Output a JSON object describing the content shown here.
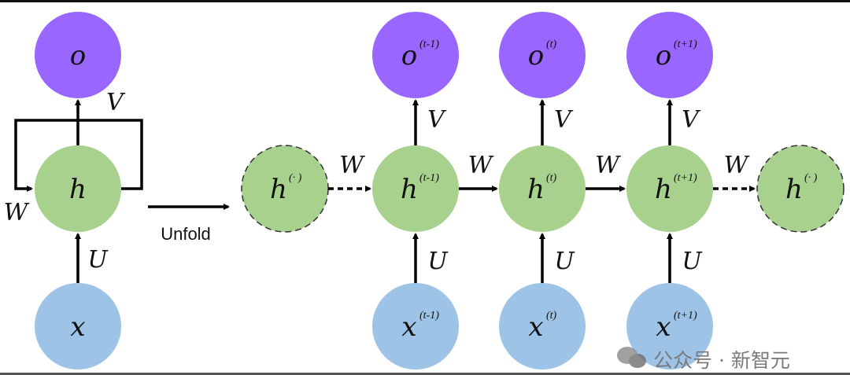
{
  "colors": {
    "output": "#9966ff",
    "hidden": "#a9d18e",
    "input": "#9dc3e6",
    "line": "#000000"
  },
  "folded": {
    "output": {
      "base": "o",
      "sup": ""
    },
    "hidden": {
      "base": "h",
      "sup": ""
    },
    "input": {
      "base": "x",
      "sup": ""
    },
    "labels": {
      "V": "V",
      "U": "U",
      "W": "W"
    }
  },
  "unfold_label": "Unfold",
  "unrolled": {
    "prev_hidden": {
      "base": "h",
      "sup": "(· )"
    },
    "next_hidden": {
      "base": "h",
      "sup": "(· )"
    },
    "steps": [
      {
        "output": {
          "base": "o",
          "sup": "(t-1)"
        },
        "hidden": {
          "base": "h",
          "sup": "(t-1)"
        },
        "input": {
          "base": "x",
          "sup": "(t-1)"
        },
        "V": "V",
        "U": "U"
      },
      {
        "output": {
          "base": "o",
          "sup": "(t)"
        },
        "hidden": {
          "base": "h",
          "sup": "(t)"
        },
        "input": {
          "base": "x",
          "sup": "(t)"
        },
        "V": "V",
        "U": "U"
      },
      {
        "output": {
          "base": "o",
          "sup": "(t+1)"
        },
        "hidden": {
          "base": "h",
          "sup": "(t+1)"
        },
        "input": {
          "base": "x",
          "sup": "(t+1)"
        },
        "V": "V",
        "U": "U"
      }
    ],
    "W_labels": [
      "W",
      "W",
      "W",
      "W"
    ]
  },
  "watermark": {
    "text": "公众号 · 新智元",
    "icon": "wechat-icon"
  }
}
